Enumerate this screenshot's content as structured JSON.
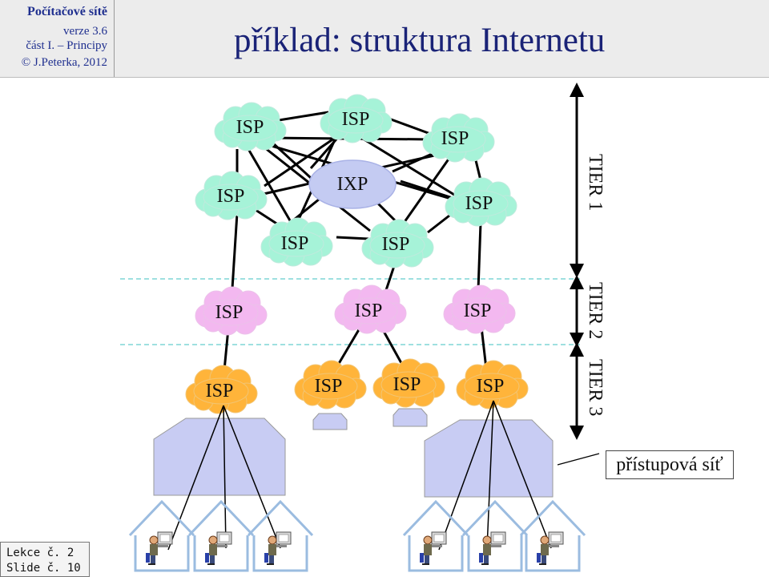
{
  "header": {
    "course": "Počítačové sítě",
    "version": "verze 3.6",
    "part": "část I. – Principy",
    "author": "© J.Peterka, 2012",
    "title": "příklad: struktura Internetu"
  },
  "colors": {
    "tier1_cloud": "#a6f3d8",
    "tier2_cloud": "#f3b8f0",
    "tier3_cloud": "#ffb43a",
    "ixp": "#c4cbf2",
    "access_network": "#c8ccf3",
    "line": "#000000",
    "tier_divider": "#7fd6d6"
  },
  "nodes": {
    "t1_a": "ISP",
    "t1_b": "ISP",
    "t1_c": "ISP",
    "t1_d": "ISP",
    "ixp": "IXP",
    "t1_e": "ISP",
    "t1_f": "ISP",
    "t1_g": "ISP",
    "t2_a": "ISP",
    "t2_b": "ISP",
    "t2_c": "ISP",
    "t3_a": "ISP",
    "t3_b": "ISP",
    "t3_c": "ISP",
    "t3_d": "ISP"
  },
  "tiers": {
    "tier1": "TIER 1",
    "tier2": "TIER 2",
    "tier3": "TIER 3"
  },
  "access_network_label": "přístupová síť",
  "footer": {
    "lesson": "Lekce č. 2",
    "slide": "Slide č. 10"
  }
}
